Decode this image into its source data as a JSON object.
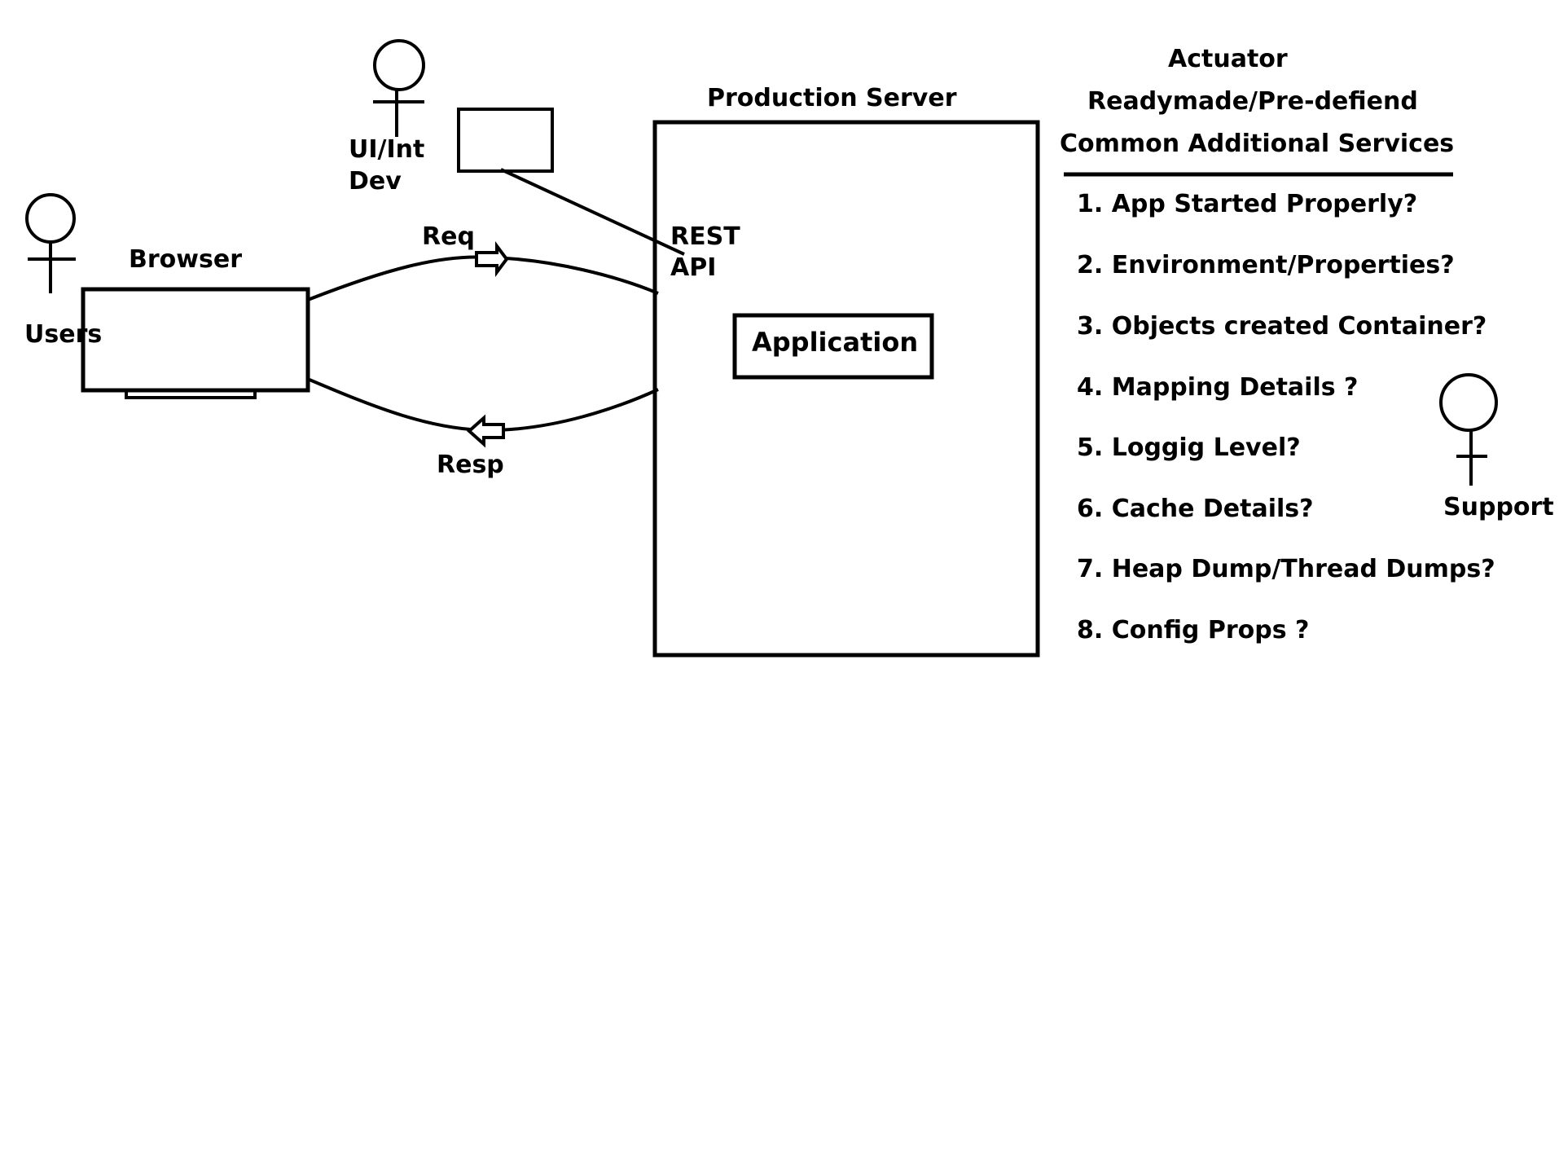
{
  "actors": {
    "users": "Users",
    "ui_dev_line1": "UI/Int",
    "ui_dev_line2": "Dev",
    "support": "Support"
  },
  "browser": {
    "label": "Browser"
  },
  "flow": {
    "request": "Req",
    "response": "Resp"
  },
  "server": {
    "title": "Production Server",
    "api_line1": "REST",
    "api_line2": "API",
    "application": "Application"
  },
  "actuator": {
    "title": "Actuator",
    "subtitle": "Readymade/Pre-defiend",
    "subtitle2": "Common Additional Services",
    "items": [
      "1. App Started Properly?",
      "2. Environment/Properties?",
      "3. Objects created Container?",
      "4. Mapping Details ?",
      "5. Loggig Level?",
      "6. Cache Details?",
      "7. Heap Dump/Thread Dumps?",
      "8. Config Props ?"
    ]
  }
}
